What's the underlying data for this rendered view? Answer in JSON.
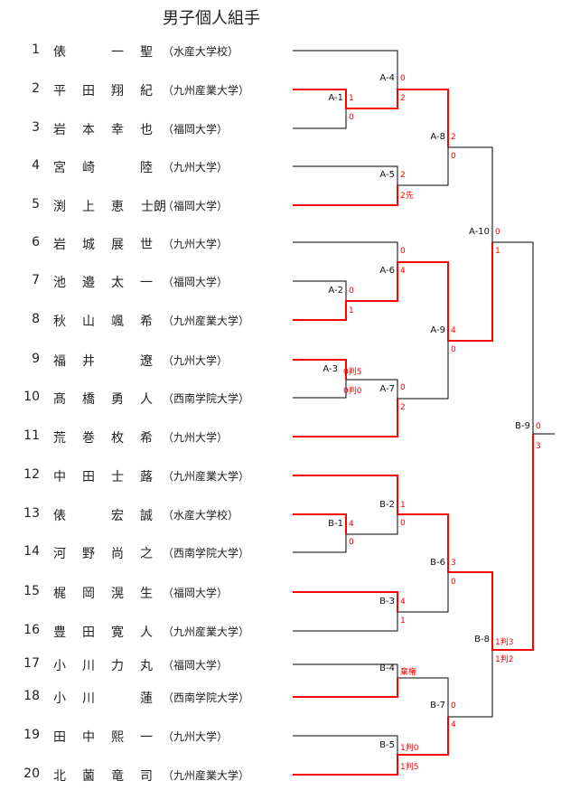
{
  "title": "男子個人組手",
  "colors": {
    "winner_line": "#ff0000",
    "line": "#000000",
    "score": "#ff0000"
  },
  "players": [
    {
      "no": "1",
      "name": [
        "俵",
        "",
        "一",
        "聖"
      ],
      "affiliation": "（水産大学校）"
    },
    {
      "no": "2",
      "name": [
        "平",
        "田",
        "翔",
        "紀"
      ],
      "affiliation": "（九州産業大学）"
    },
    {
      "no": "3",
      "name": [
        "岩",
        "本",
        "幸",
        "也"
      ],
      "affiliation": "（福岡大学）"
    },
    {
      "no": "4",
      "name": [
        "宮",
        "崎",
        "",
        "陸"
      ],
      "affiliation": "（九州大学）"
    },
    {
      "no": "5",
      "name": [
        "渕",
        "上",
        "恵",
        "士朗"
      ],
      "affiliation": "（福岡大学）"
    },
    {
      "no": "6",
      "name": [
        "岩",
        "城",
        "展",
        "世"
      ],
      "affiliation": "（九州大学）"
    },
    {
      "no": "7",
      "name": [
        "池",
        "邉",
        "太",
        "一"
      ],
      "affiliation": "（福岡大学）"
    },
    {
      "no": "8",
      "name": [
        "秋",
        "山",
        "颯",
        "希"
      ],
      "affiliation": "（九州産業大学）"
    },
    {
      "no": "9",
      "name": [
        "福",
        "井",
        "",
        "遼"
      ],
      "affiliation": "（九州大学）"
    },
    {
      "no": "10",
      "name": [
        "髙",
        "橋",
        "勇",
        "人"
      ],
      "affiliation": "（西南学院大学）"
    },
    {
      "no": "11",
      "name": [
        "荒",
        "巻",
        "枚",
        "希"
      ],
      "affiliation": "（九州大学）"
    },
    {
      "no": "12",
      "name": [
        "中",
        "田",
        "士",
        "蕗"
      ],
      "affiliation": "（九州産業大学）"
    },
    {
      "no": "13",
      "name": [
        "俵",
        "",
        "宏",
        "誠"
      ],
      "affiliation": "（水産大学校）"
    },
    {
      "no": "14",
      "name": [
        "河",
        "野",
        "尚",
        "之"
      ],
      "affiliation": "（西南学院大学）"
    },
    {
      "no": "15",
      "name": [
        "梶",
        "岡",
        "滉",
        "生"
      ],
      "affiliation": "（福岡大学）"
    },
    {
      "no": "16",
      "name": [
        "豊",
        "田",
        "寛",
        "人"
      ],
      "affiliation": "（九州産業大学）"
    },
    {
      "no": "17",
      "name": [
        "小",
        "川",
        "力",
        "丸"
      ],
      "affiliation": "（福岡大学）"
    },
    {
      "no": "18",
      "name": [
        "小",
        "川",
        "",
        "蓮"
      ],
      "affiliation": "（西南学院大学）"
    },
    {
      "no": "19",
      "name": [
        "田",
        "中",
        "熙",
        "一"
      ],
      "affiliation": "（九州大学）"
    },
    {
      "no": "20",
      "name": [
        "北",
        "薗",
        "竜",
        "司"
      ],
      "affiliation": "（九州産業大学）"
    }
  ],
  "matches": [
    {
      "id": "A-1",
      "top": "1",
      "bottom": "0"
    },
    {
      "id": "A-2",
      "top": "0",
      "bottom": "1"
    },
    {
      "id": "A-3",
      "top": "0判5",
      "bottom": "0判0"
    },
    {
      "id": "A-4",
      "top": "0",
      "bottom": "2"
    },
    {
      "id": "A-5",
      "top": "2",
      "bottom": "2先"
    },
    {
      "id": "A-6",
      "top": "0",
      "bottom": "4"
    },
    {
      "id": "A-7",
      "top": "0",
      "bottom": "2"
    },
    {
      "id": "A-8",
      "top": "2",
      "bottom": "0"
    },
    {
      "id": "A-9",
      "top": "4",
      "bottom": "0"
    },
    {
      "id": "A-10",
      "top": "0",
      "bottom": "1"
    },
    {
      "id": "B-1",
      "top": "4",
      "bottom": "0"
    },
    {
      "id": "B-2",
      "top": "1",
      "bottom": "0"
    },
    {
      "id": "B-3",
      "top": "4",
      "bottom": "1"
    },
    {
      "id": "B-4",
      "top": "棄権",
      "bottom": ""
    },
    {
      "id": "B-5",
      "top": "1判0",
      "bottom": "1判5"
    },
    {
      "id": "B-6",
      "top": "3",
      "bottom": "0"
    },
    {
      "id": "B-7",
      "top": "0",
      "bottom": "4"
    },
    {
      "id": "B-8",
      "top": "1判3",
      "bottom": "1判2"
    },
    {
      "id": "B-9",
      "top": "0",
      "bottom": "3"
    }
  ]
}
